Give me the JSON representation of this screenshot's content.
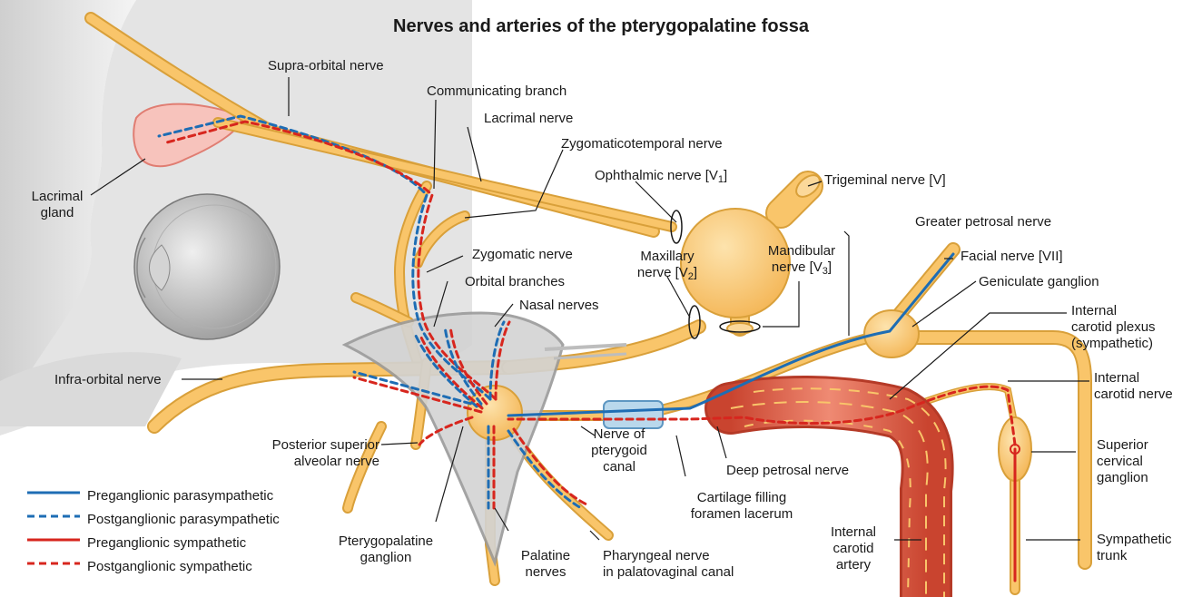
{
  "title": "Nerves and arteries of the pterygopalatine fossa",
  "colors": {
    "nerve_fill": "#f9c56a",
    "nerve_edge": "#d9a03a",
    "skull_gray": "#dcdcdc",
    "eye_gray": "#c8c8c8",
    "gland_pink": "#f5b5ae",
    "artery_red": "#e0654f",
    "parasympathetic_blue": "#1e6db4",
    "sympathetic_red": "#d7261e",
    "cartilage_blue": "#b9d8ec"
  },
  "labels": {
    "supra_orbital": "Supra-orbital nerve",
    "communicating_branch": "Communicating branch",
    "lacrimal_nerve": "Lacrimal nerve",
    "zygomaticotemporal": "Zygomaticotemporal nerve",
    "ophthalmic_nerve": "Ophthalmic nerve [V",
    "ophthalmic_sub": "1",
    "ophthalmic_end": "]",
    "trigeminal": "Trigeminal nerve [V]",
    "lacrimal_gland_1": "Lacrimal",
    "lacrimal_gland_2": "gland",
    "greater_petrosal": "Greater petrosal nerve",
    "zygomatic_nerve": "Zygomatic nerve",
    "maxillary_1": "Maxillary",
    "maxillary_2": "nerve [V",
    "maxillary_sub": "2",
    "maxillary_end": "]",
    "mandibular_1": "Mandibular",
    "mandibular_2": "nerve [V",
    "mandibular_sub": "3",
    "mandibular_end": "]",
    "facial_nerve": "Facial nerve [VII]",
    "orbital_branches": "Orbital branches",
    "geniculate_ganglion": "Geniculate ganglion",
    "nasal_nerves": "Nasal nerves",
    "icp_1": "Internal",
    "icp_2": "carotid plexus",
    "icp_3": "(sympathetic)",
    "infra_orbital": "Infra-orbital nerve",
    "icn_1": "Internal",
    "icn_2": "carotid nerve",
    "psa_1": "Posterior superior",
    "psa_2": "alveolar nerve",
    "superior_cervical_1": "Superior",
    "superior_cervical_2": "cervical",
    "superior_cervical_3": "ganglion",
    "pterygoid_canal_1": "Nerve of",
    "pterygoid_canal_2": "pterygoid",
    "pterygoid_canal_3": "canal",
    "deep_petrosal": "Deep petrosal nerve",
    "cartilage_1": "Cartilage filling",
    "cartilage_2": "foramen lacerum",
    "pterygopalatine_1": "Pterygopalatine",
    "pterygopalatine_2": "ganglion",
    "palatine_1": "Palatine",
    "palatine_2": "nerves",
    "pharyngeal_1": "Pharyngeal nerve",
    "pharyngeal_2": "in palatovaginal canal",
    "ica_1": "Internal",
    "ica_2": "carotid",
    "ica_3": "artery",
    "sympathetic_trunk_1": "Sympathetic",
    "sympathetic_trunk_2": "trunk"
  },
  "legend": [
    {
      "label": "Preganglionic parasympathetic",
      "color": "#1e6db4",
      "style": "solid"
    },
    {
      "label": "Postganglionic parasympathetic",
      "color": "#1e6db4",
      "style": "dashed"
    },
    {
      "label": "Preganglionic sympathetic",
      "color": "#d7261e",
      "style": "solid"
    },
    {
      "label": "Postganglionic sympathetic",
      "color": "#d7261e",
      "style": "dashed"
    }
  ]
}
